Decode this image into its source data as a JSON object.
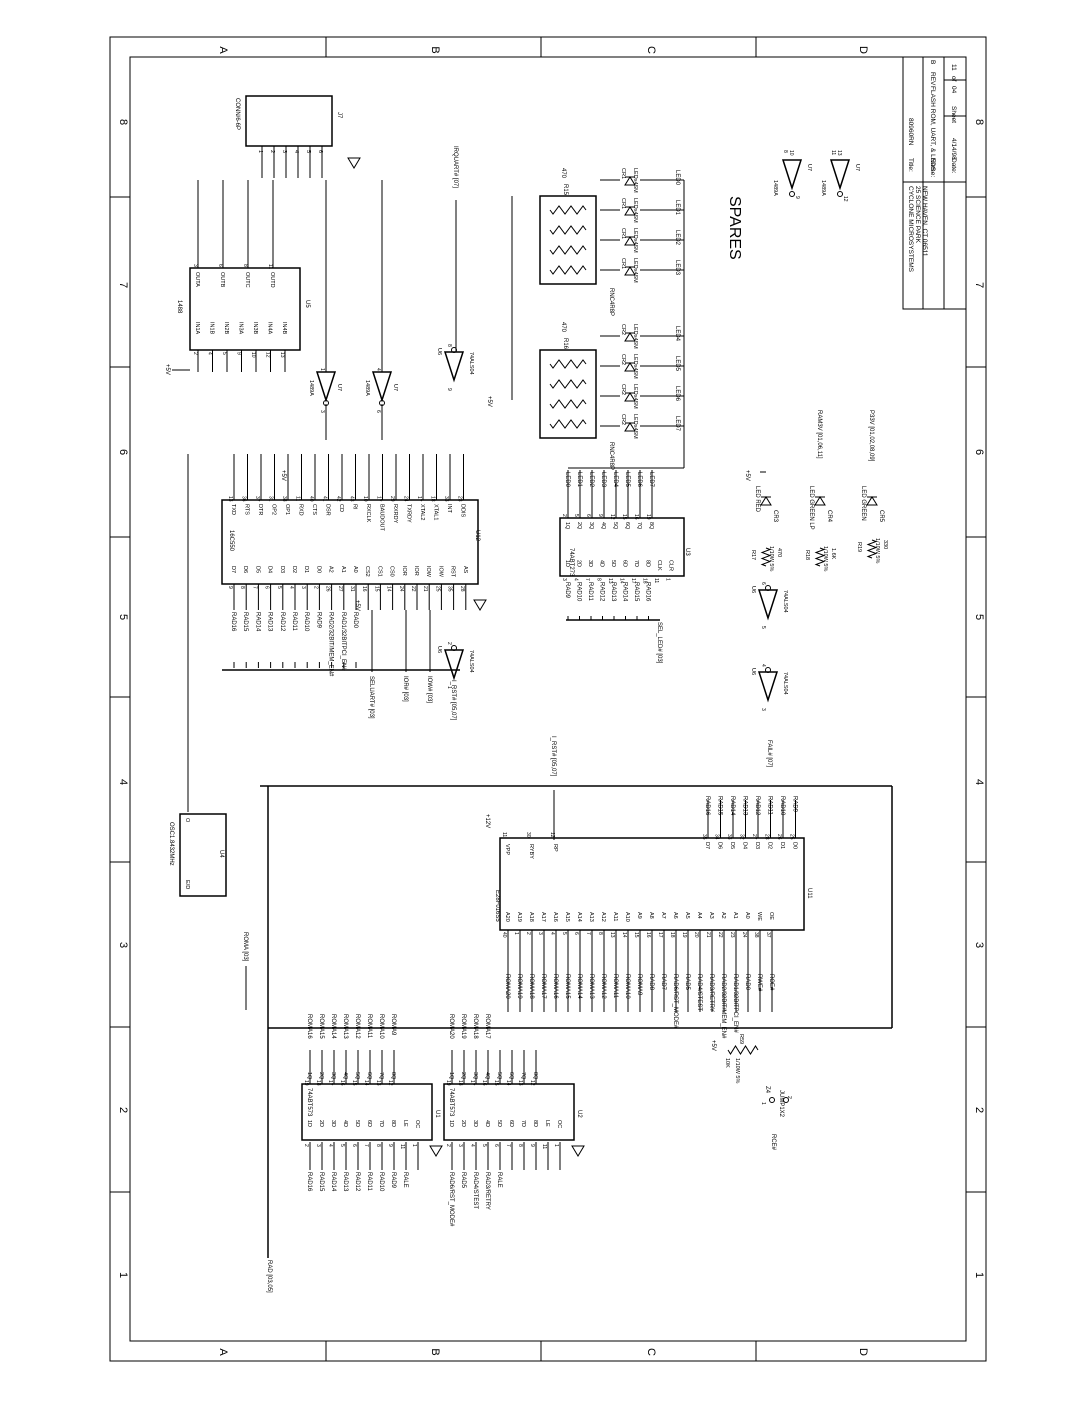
{
  "border": {
    "columns": [
      "A",
      "B",
      "C",
      "D"
    ],
    "rows": [
      "1",
      "2",
      "3",
      "4",
      "5",
      "6",
      "7",
      "8"
    ]
  },
  "title_block": {
    "company": [
      "CYCLONE MICROSYSTEMS",
      "25 SCIENCE PARK",
      "NEW HAVEN, CT 06511"
    ],
    "title_label": "Title:",
    "title_value": "80960RN",
    "name_label": "Name:",
    "name_value": "FLASH ROM, UART, & LEDS",
    "rev_label": "REV",
    "rev_value": "B",
    "date_label": "Date:",
    "date_value": "4/14/98",
    "sheet_label": "Sheet",
    "sheet_value": "04",
    "of_label": "of",
    "of_value": "11"
  },
  "spares_label": "SPARES",
  "spares": [
    {
      "ref": "U7",
      "type": "1489A",
      "pins": [
        "8",
        "10",
        "9"
      ]
    },
    {
      "ref": "U7",
      "type": "1489A",
      "pins": [
        "11",
        "13",
        "12"
      ]
    }
  ],
  "connector": {
    "ref": "J7",
    "type": "CONN/6-6P",
    "pins": [
      "1",
      "2",
      "3",
      "4",
      "5",
      "6"
    ]
  },
  "line_driver": {
    "ref": "U5",
    "type": "1488",
    "inputs": [
      "IN1A",
      "IN1B",
      "IN2B",
      "IN3A",
      "IN3B",
      "IN4A",
      "IN4B"
    ],
    "input_pins": [
      "2",
      "4",
      "5",
      "9",
      "10",
      "12",
      "13"
    ],
    "outputs": [
      "OUTA",
      "OUTB",
      "OUTC",
      "OUTD"
    ],
    "output_pins": [
      "3",
      "6",
      "8",
      "11"
    ]
  },
  "receivers": [
    {
      "ref": "U7",
      "type": "1489A",
      "pins": [
        "3",
        "1"
      ]
    },
    {
      "ref": "U7",
      "type": "1489A",
      "pins": [
        "6",
        "4"
      ]
    }
  ],
  "uart": {
    "ref": "U12",
    "type": "16C550",
    "left_pins": [
      "D7",
      "D6",
      "D5",
      "D4",
      "D3",
      "D2",
      "D1",
      "D0",
      "A2",
      "A1",
      "A0",
      "CS2",
      "CS1",
      "CS0",
      "IOR",
      "IOR",
      "IOW",
      "IOW",
      "RST",
      "AS"
    ],
    "left_nums": [
      "9",
      "8",
      "7",
      "6",
      "5",
      "4",
      "3",
      "2",
      "26",
      "27",
      "31",
      "16",
      "15",
      "14",
      "24",
      "22",
      "21",
      "25",
      "35",
      "28"
    ],
    "right_pins": [
      "TXD",
      "RTS",
      "DTR",
      "OP2",
      "OP1",
      "RXD",
      "CTS",
      "DSR",
      "CD",
      "RI",
      "RXCLK",
      "BAUDOUT",
      "RXRDY",
      "TXRDY",
      "XTAL2",
      "XTAL1",
      "INT",
      "DDIS"
    ],
    "right_nums": [
      "13",
      "36",
      "37",
      "31",
      "38",
      "11",
      "40",
      "41",
      "42",
      "43",
      "10",
      "17",
      "29",
      "24",
      "17",
      "18",
      "33",
      "23"
    ]
  },
  "uart_nets": [
    "RAD16",
    "RAD15",
    "RAD14",
    "RAD13",
    "RAD12",
    "RAD11",
    "RAD10",
    "RAD9",
    "RAD2/32BIT/MEM_EN#",
    "RAD1/32BITPCI_EN#",
    "RAD0"
  ],
  "left_signals": {
    "seluart": "SELUART# [03]",
    "ior": "IOR# [03]",
    "iow": "IOW# [03]",
    "irst": "I_RST# [05,07]",
    "irst2": "I_RST# [05,07]",
    "irquart": "IRQUART# [07]"
  },
  "inverter_u6": [
    {
      "ref": "U6",
      "type": "74ALS04",
      "pins": [
        "9",
        "8"
      ]
    },
    {
      "ref": "U6",
      "type": "74ALS04",
      "pins": [
        "1",
        "2"
      ]
    },
    {
      "ref": "U6",
      "type": "74ALS04",
      "pins": [
        "5",
        "6"
      ]
    },
    {
      "ref": "U6",
      "type": "74ALS04",
      "pins": [
        "3",
        "4"
      ]
    }
  ],
  "power": {
    "p5v": "+5V",
    "p12v": "+12V"
  },
  "led_latch": {
    "ref": "U3",
    "type": "74ABT273",
    "inputs": [
      "1D",
      "2D",
      "3D",
      "4D",
      "5D",
      "6D",
      "7D",
      "8D",
      "CLK",
      "CLR"
    ],
    "input_nums": [
      "3",
      "4",
      "7",
      "8",
      "13",
      "14",
      "17",
      "18",
      "11",
      "1"
    ],
    "outputs": [
      "1Q",
      "2Q",
      "3Q",
      "4Q",
      "5Q",
      "6Q",
      "7Q",
      "8Q"
    ],
    "output_nums": [
      "2",
      "5",
      "6",
      "9",
      "12",
      "15",
      "16",
      "19"
    ],
    "in_nets": [
      "RAD9",
      "RAD10",
      "RAD11",
      "RAD12",
      "RAD13",
      "RAD14",
      "RAD15",
      "RAD16"
    ],
    "out_nets": [
      "LED0",
      "LED1",
      "LED2",
      "LED3",
      "LED4",
      "LED5",
      "LED6",
      "LED7"
    ],
    "sel_led": "SEL_LED# [03]"
  },
  "leds": [
    {
      "ref": "CR1",
      "type": "LEDx4SM",
      "net": "LED0"
    },
    {
      "ref": "CR1",
      "type": "LEDx4SM",
      "net": "LED1"
    },
    {
      "ref": "CR1",
      "type": "LEDx4SM",
      "net": "LED2"
    },
    {
      "ref": "CR1",
      "type": "LEDx4SM",
      "net": "LED3"
    },
    {
      "ref": "CR2",
      "type": "LEDx4SM",
      "net": "LED4"
    },
    {
      "ref": "CR2",
      "type": "LEDx4SM",
      "net": "LED5"
    },
    {
      "ref": "CR2",
      "type": "LEDx4SM",
      "net": "LED6"
    },
    {
      "ref": "CR2",
      "type": "LEDx4SM",
      "net": "LED7"
    }
  ],
  "resistor_packs": [
    {
      "ref": "R15",
      "value": "470",
      "type": "RNC4R8P"
    },
    {
      "ref": "R16",
      "value": "470",
      "type": "RNC4R8P"
    }
  ],
  "status_leds": [
    {
      "ref": "CR3",
      "label": "LED RED",
      "res": "R17",
      "value": "470",
      "tol": "1/10W 5%"
    },
    {
      "ref": "CR4",
      "label": "LED GREEN LP",
      "res": "R18",
      "value": "1.6K",
      "tol": "1/10W 5%",
      "net": "RAM3V [01,06,11]"
    },
    {
      "ref": "CR5",
      "label": "LED GREEN",
      "res": "R19",
      "value": "330",
      "tol": "1/10W 5%",
      "net": "P33V [01,02,08,09]"
    }
  ],
  "fail_net": "FAIL# [07]",
  "oscillator": {
    "ref": "U4",
    "type": "OSC1.8432MHz",
    "pins": [
      "E/D",
      "O"
    ]
  },
  "flash": {
    "ref": "U11",
    "type": "E28F016S5",
    "addr": [
      "A20",
      "A19",
      "A18",
      "A17",
      "A16",
      "A15",
      "A14",
      "A13",
      "A12",
      "A11",
      "A10",
      "A9",
      "A8",
      "A7",
      "A6",
      "A5",
      "A4",
      "A3",
      "A2",
      "A1",
      "A0",
      "WE",
      "OE"
    ],
    "addr_nums": [
      "40",
      "1",
      "2",
      "3",
      "4",
      "5",
      "6",
      "7",
      "8",
      "13",
      "14",
      "15",
      "16",
      "17",
      "18",
      "19",
      "20",
      "21",
      "22",
      "23",
      "24",
      "38",
      "37"
    ],
    "addr_nets": [
      "ROMA20",
      "ROMA19",
      "ROMA18",
      "ROMA17",
      "ROMA16",
      "ROMA15",
      "ROMA14",
      "ROMA13",
      "ROMA12",
      "ROMA11",
      "ROMA10",
      "ROMA9",
      "RAD8",
      "RAD7",
      "RAD6/RST_MODE#",
      "RAD5",
      "RAD4/STEST",
      "RAD3/RETRY",
      "RAD2/32BIT/MEM_EN#",
      "RAD1/32BITPCI_EN#",
      "RAD0",
      "RWE#",
      "ROE#"
    ],
    "data": [
      "D7",
      "D6",
      "D5",
      "D4",
      "D3",
      "D2",
      "D1",
      "D0"
    ],
    "data_nums": [
      "35",
      "34",
      "33",
      "32",
      "27",
      "28",
      "26",
      "25"
    ],
    "data_nets": [
      "RAD16",
      "RAD15",
      "RAD14",
      "RAD13",
      "RAD12",
      "RAD11",
      "RAD10",
      "RAD9"
    ],
    "ctrl": [
      "VPP",
      "RYBY",
      "RP"
    ],
    "ctrl_nums": [
      "11",
      "30",
      "12"
    ]
  },
  "irst_flash": "I_RST# [05,07]",
  "latch_u1": {
    "ref": "U1",
    "type": "74ABT573",
    "in_nets": [
      "RAD16",
      "RAD15",
      "RAD14",
      "RAD13",
      "RAD12",
      "RAD11",
      "RAD10",
      "RAD9",
      "RALE"
    ],
    "in_pins": [
      "1D",
      "2D",
      "3D",
      "4D",
      "5D",
      "6D",
      "7D",
      "8D",
      "LE",
      "OC"
    ],
    "in_nums": [
      "2",
      "3",
      "4",
      "5",
      "6",
      "7",
      "8",
      "9",
      "11",
      "1"
    ],
    "out_pins": [
      "1Q",
      "2Q",
      "3Q",
      "4Q",
      "5Q",
      "6Q",
      "7Q",
      "8Q"
    ],
    "out_nums": [
      "19",
      "18",
      "17",
      "16",
      "15",
      "14",
      "13",
      "12"
    ],
    "out_nets": [
      "ROMA16",
      "ROMA15",
      "ROMA14",
      "ROMA13",
      "ROMA12",
      "ROMA11",
      "ROMA10",
      "ROMA9"
    ]
  },
  "latch_u2": {
    "ref": "U2",
    "type": "74ABT573",
    "in_nets": [
      "RAD6/RST_MODE#",
      "RAD5",
      "RAD4/STEST",
      "RAD3/RETRY",
      "RALE"
    ],
    "in_pins": [
      "1D",
      "2D",
      "3D",
      "4D",
      "5D",
      "6D",
      "7D",
      "8D",
      "LE",
      "OC"
    ],
    "in_nums": [
      "2",
      "3",
      "4",
      "5",
      "6",
      "7",
      "8",
      "9",
      "11",
      "1"
    ],
    "out_pins": [
      "1Q",
      "2Q",
      "3Q",
      "4Q",
      "5Q",
      "6Q",
      "7Q",
      "8Q"
    ],
    "out_nums": [
      "19",
      "18",
      "17",
      "16",
      "15",
      "14",
      "13",
      "12"
    ],
    "out_nets": [
      "ROMA20",
      "ROMA19",
      "ROMA18",
      "ROMA17"
    ]
  },
  "roma_bus": "ROMA [03]",
  "rad_bus": "RAD [03,05]",
  "jumper": {
    "ref": "Z4",
    "type": "JUMP1X2",
    "pins": [
      "1",
      "2"
    ],
    "res": "R59",
    "value": "10K",
    "tol": "1/10W 5%",
    "net": "RCE#"
  }
}
